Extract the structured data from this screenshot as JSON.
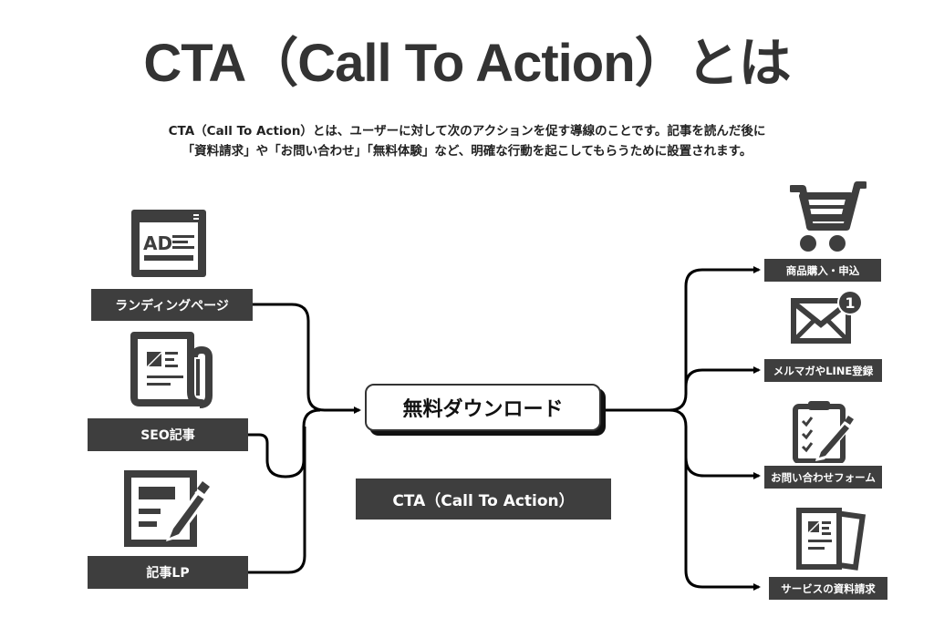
{
  "title": "CTA（Call To Action）とは",
  "description": {
    "line1": "CTA（Call To Action）とは、ユーザーに対して次のアクションを促す導線のことです。記事を読んだ後に",
    "line2": "「資料請求」や「お問い合わせ」「無料体験」など、明確な行動を起こしてもらうために設置されます。"
  },
  "sources": [
    {
      "label": "ランディングページ",
      "icon": "ad-window-icon"
    },
    {
      "label": "SEO記事",
      "icon": "newspaper-icon"
    },
    {
      "label": "記事LP",
      "icon": "edit-document-icon"
    }
  ],
  "center": {
    "label": "無料ダウンロード",
    "caption": "CTA（Call To Action）"
  },
  "destinations": [
    {
      "label": "商品購入・申込",
      "icon": "shopping-cart-icon"
    },
    {
      "label": "メルマガやLINE登録",
      "icon": "mail-notification-icon",
      "badge": "1"
    },
    {
      "label": "お問い合わせフォーム",
      "icon": "clipboard-checklist-icon"
    },
    {
      "label": "サービスの資料請求",
      "icon": "documents-icon"
    }
  ],
  "colors": {
    "dark": "#3e3e3e",
    "text": "#333333",
    "line": "#000000"
  }
}
